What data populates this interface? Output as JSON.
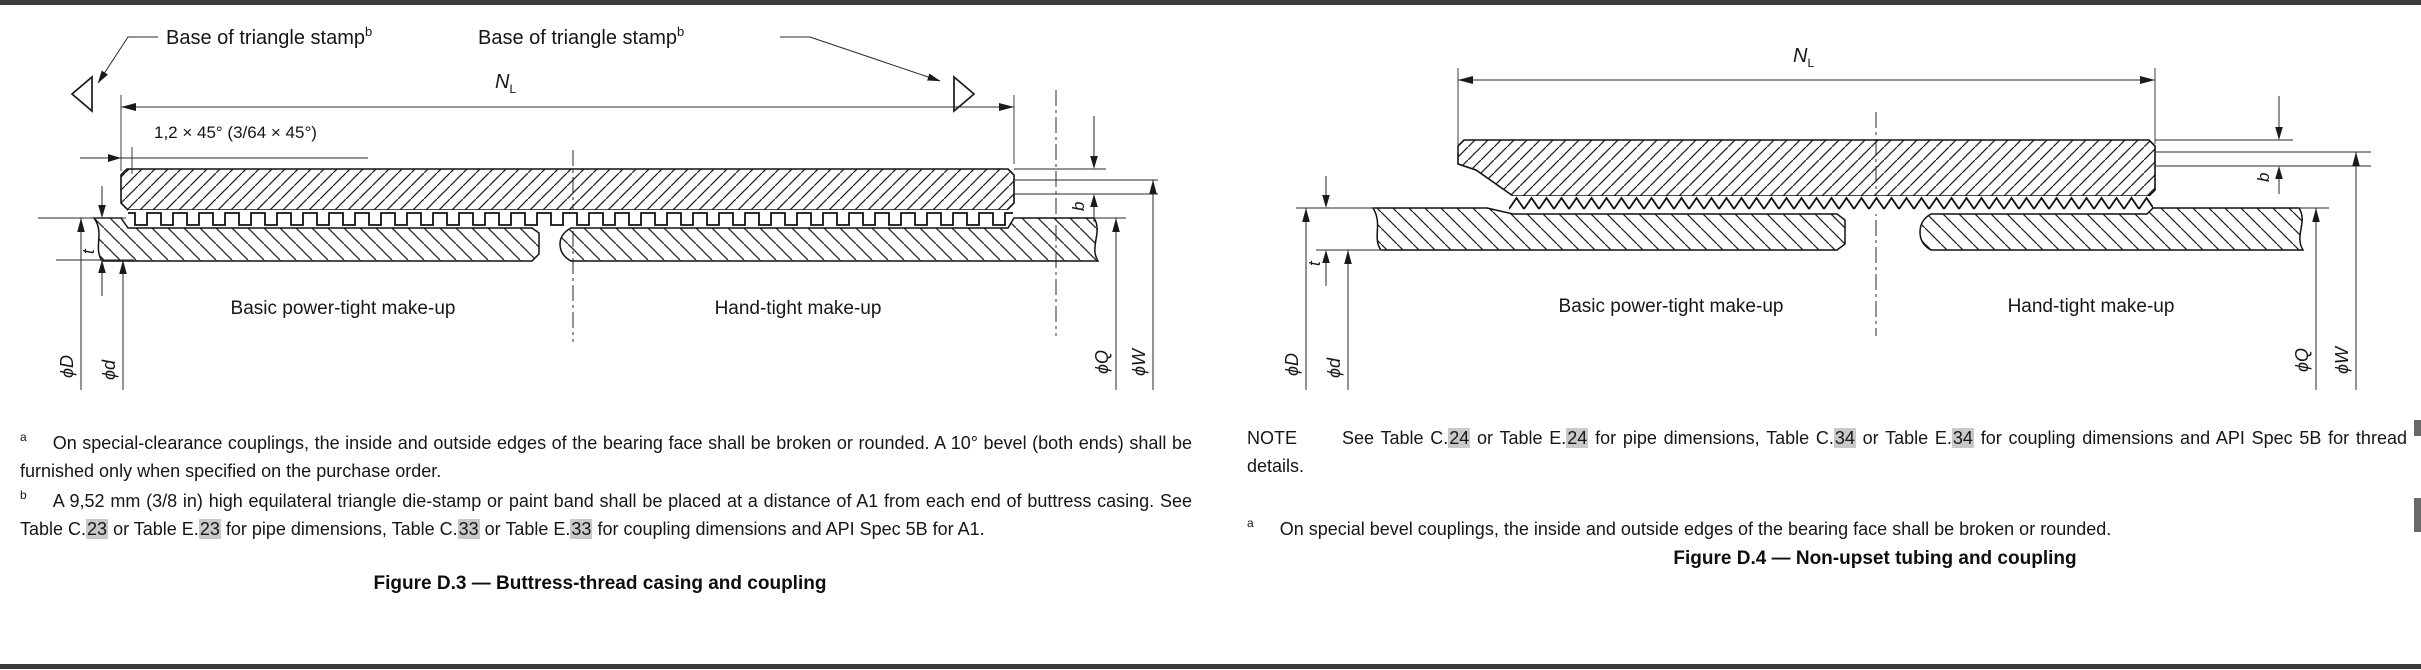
{
  "page": {
    "bg": "#ffffff",
    "border_color": "#3c3c3c",
    "highlight_color": "#c9c9c9"
  },
  "d3": {
    "stamp_label_left": "Base of triangle stamp",
    "stamp_sup_left": "b",
    "stamp_label_right": "Base of triangle stamp",
    "stamp_sup_right": "b",
    "nl": "N",
    "nl_sub": "L",
    "chamfer": "1,2 × 45° (3/64 × 45°)",
    "make_up_left": "Basic power-tight make-up",
    "make_up_right": "Hand-tight make-up",
    "dims": {
      "t": "t",
      "b": "b",
      "phi_D": "ϕD",
      "phi_d": "ϕd",
      "phi_Q": "ϕQ",
      "phi_W": "ϕW"
    },
    "fn_a_marker": "a",
    "fn_a_text": "On special-clearance couplings, the inside and outside edges of the bearing face shall be broken or rounded. A 10° bevel (both ends) shall be furnished only when specified on the purchase order.",
    "fn_b_marker": "b",
    "fn_b": {
      "p1": "A 9,52 mm (3/8 in) high equilateral triangle die-stamp or paint band shall be placed at a distance of A1 from each end of buttress casing. See Table C.",
      "h1": "23",
      "p2": " or Table E.",
      "h2": "23",
      "p3": " for pipe dimensions, Table C.",
      "h3": "33",
      "p4": " or Table E.",
      "h4": "33",
      "p5": " for coupling dimensions and API Spec 5B for A1."
    },
    "caption": "Figure D.3 — Buttress-thread casing and coupling"
  },
  "d4": {
    "nl": "N",
    "nl_sub": "L",
    "make_up_left": "Basic power-tight make-up",
    "make_up_right": "Hand-tight make-up",
    "dims": {
      "t": "t",
      "b": "b",
      "phi_D": "ϕD",
      "phi_d": "ϕd",
      "phi_Q": "ϕQ",
      "phi_W": "ϕW"
    },
    "note": {
      "label": "NOTE",
      "p1": "See Table C.",
      "h1": "24",
      "p2": " or Table E.",
      "h2": "24",
      "p3": " for pipe dimensions, Table C.",
      "h3": "34",
      "p4": " or Table E.",
      "h4": "34",
      "p5": " for coupling dimensions and API Spec 5B for thread details."
    },
    "fn_a_marker": "a",
    "fn_a_text": "On special bevel couplings, the inside and outside edges of the bearing face shall be broken or rounded.",
    "caption": "Figure D.4 — Non-upset tubing and coupling"
  }
}
